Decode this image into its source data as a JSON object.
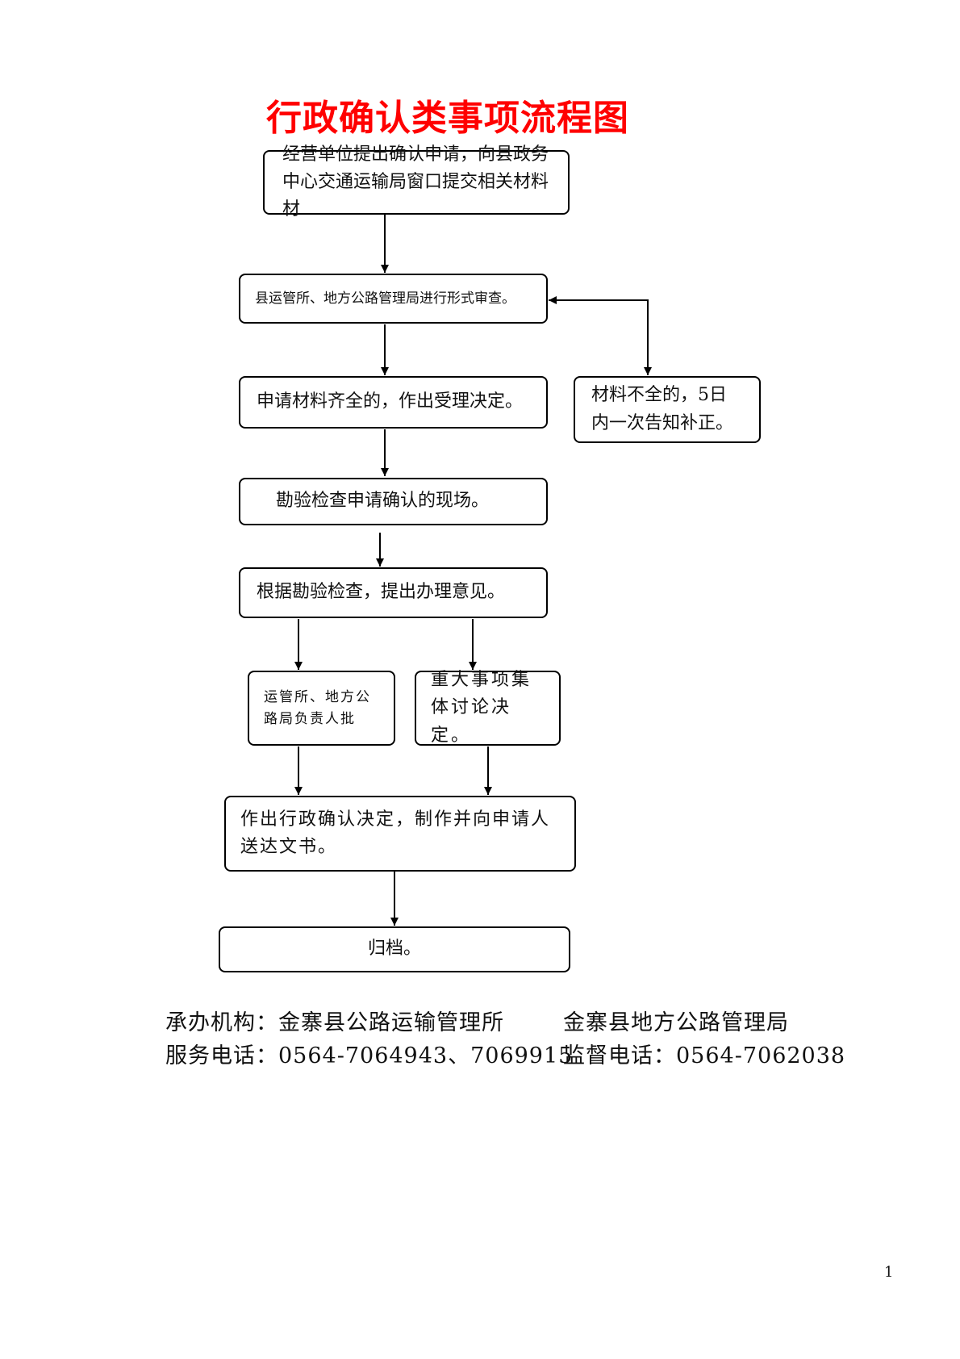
{
  "title": "行政确认类事项流程图",
  "steps": {
    "apply": "经营单位提出确认申请，向县政务中心交通运输局窗口提交相关材料材",
    "review": "县运管所、地方公路管理局进行形式审查。",
    "accept": "申请材料齐全的，作出受理决定。",
    "incomplete": "材料不全的，5日内一次告知补正。",
    "inspect": "勘验检查申请确认的现场。",
    "opinion": "根据勘验检查，提出办理意见。",
    "approve": "运管所、地方公路局负责人批",
    "collective": "重大事项集体讨论决定。",
    "decision": "作出行政确认决定，制作并向申请人送达文书。",
    "archive": "归档。"
  },
  "footer": {
    "org_label": "承办机构：",
    "org1": "金寨县公路运输管理所",
    "org2": "金寨县地方公路管理局",
    "service_label": "服务电话：",
    "service_phone": "0564-7064943、7069915",
    "supervise_label": "监督电话：",
    "supervise_phone": "0564-7062038"
  },
  "page_number": "1"
}
